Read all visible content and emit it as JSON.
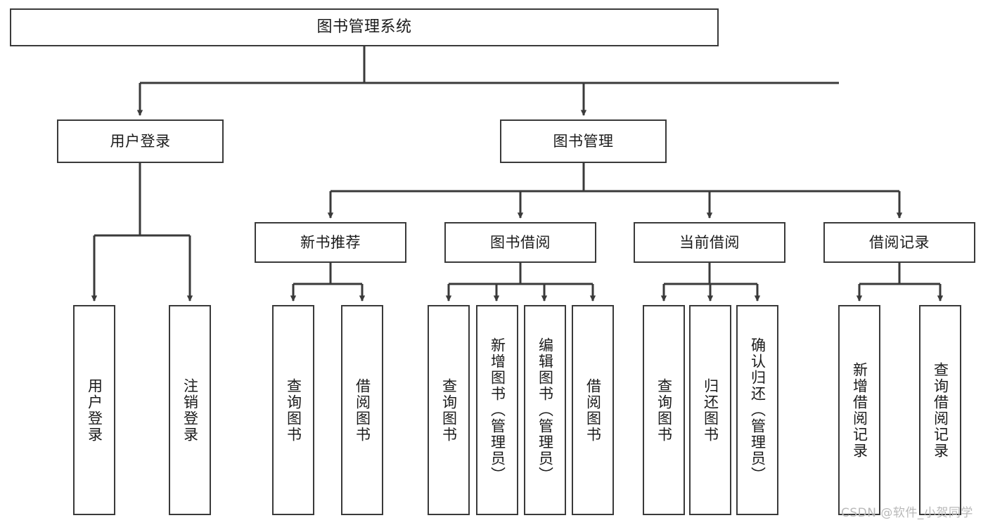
{
  "diagram": {
    "type": "tree-hierarchy",
    "title": "图书管理系统",
    "watermark": "CSDN @软件_小贺同学",
    "colors": {
      "box_border": "#3a3a3a",
      "box_fill": "#ffffff",
      "connector": "#3a3a3a",
      "text": "#1b1b1b",
      "watermark": "#b9b9b9",
      "background": "#ffffff"
    },
    "nodes": {
      "root": {
        "label": "图书管理系统",
        "level": 1
      },
      "user_login": {
        "label": "用户登录",
        "level": 2
      },
      "book_manage": {
        "label": "图书管理",
        "level": 2
      },
      "new_book_rec": {
        "label": "新书推荐",
        "level": 3
      },
      "book_borrow": {
        "label": "图书借阅",
        "level": 3
      },
      "current_borrow": {
        "label": "当前借阅",
        "level": 3
      },
      "borrow_record": {
        "label": "借阅记录",
        "level": 3
      },
      "leaf_1": {
        "label": "用户登录",
        "level": 3
      },
      "leaf_2": {
        "label": "注销登录",
        "level": 3
      },
      "leaf_3": {
        "label": "查询图书",
        "level": 4
      },
      "leaf_4": {
        "label": "借阅图书",
        "level": 4
      },
      "leaf_5": {
        "label": "查询图书",
        "level": 4
      },
      "leaf_6": {
        "label": "新增图书（管理员）",
        "level": 4
      },
      "leaf_7": {
        "label": "编辑图书（管理员）",
        "level": 4
      },
      "leaf_8": {
        "label": "借阅图书",
        "level": 4
      },
      "leaf_9": {
        "label": "查询图书",
        "level": 4
      },
      "leaf_10": {
        "label": "归还图书",
        "level": 4
      },
      "leaf_11": {
        "label": "确认归还（管理员）",
        "level": 4
      },
      "leaf_12": {
        "label": "新增借阅记录",
        "level": 4
      },
      "leaf_13": {
        "label": "查询借阅记录",
        "level": 4
      }
    },
    "edges": [
      {
        "from": "root",
        "to": "user_login"
      },
      {
        "from": "root",
        "to": "book_manage"
      },
      {
        "from": "user_login",
        "to": "leaf_1"
      },
      {
        "from": "user_login",
        "to": "leaf_2"
      },
      {
        "from": "book_manage",
        "to": "new_book_rec"
      },
      {
        "from": "book_manage",
        "to": "book_borrow"
      },
      {
        "from": "book_manage",
        "to": "current_borrow"
      },
      {
        "from": "book_manage",
        "to": "borrow_record"
      },
      {
        "from": "new_book_rec",
        "to": "leaf_3"
      },
      {
        "from": "new_book_rec",
        "to": "leaf_4"
      },
      {
        "from": "book_borrow",
        "to": "leaf_5"
      },
      {
        "from": "book_borrow",
        "to": "leaf_6"
      },
      {
        "from": "book_borrow",
        "to": "leaf_7"
      },
      {
        "from": "book_borrow",
        "to": "leaf_8"
      },
      {
        "from": "current_borrow",
        "to": "leaf_9"
      },
      {
        "from": "current_borrow",
        "to": "leaf_10"
      },
      {
        "from": "current_borrow",
        "to": "leaf_11"
      },
      {
        "from": "borrow_record",
        "to": "leaf_12"
      },
      {
        "from": "borrow_record",
        "to": "leaf_13"
      }
    ]
  }
}
